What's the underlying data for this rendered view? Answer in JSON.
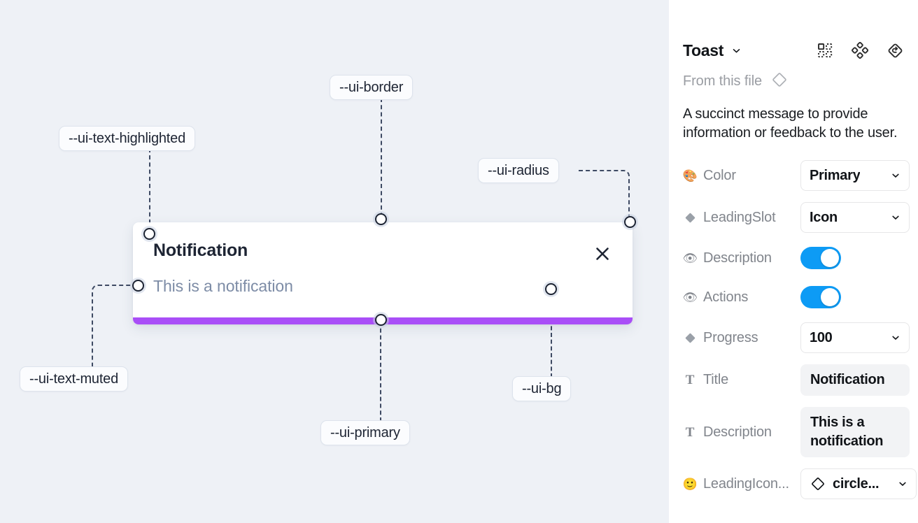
{
  "canvas": {
    "background_color": "#eef1f6",
    "toast": {
      "title": "Notification",
      "description": "This is a notification",
      "close_icon": "close-icon",
      "progress_color": "#a94ef7",
      "background_color": "#ffffff"
    },
    "tokens": [
      {
        "name": "--ui-text-highlighted"
      },
      {
        "name": "--ui-border"
      },
      {
        "name": "--ui-radius"
      },
      {
        "name": "--ui-text-muted"
      },
      {
        "name": "--ui-primary"
      },
      {
        "name": "--ui-bg"
      }
    ]
  },
  "panel": {
    "title": "Toast",
    "title_chevron_icon": "chevron-down-icon",
    "header_icons": [
      {
        "name": "component-grid-icon"
      },
      {
        "name": "variants-icon"
      },
      {
        "name": "reset-instance-icon"
      }
    ],
    "from_file": {
      "label": "From this file",
      "icon": "diamond-component-icon"
    },
    "description": "A succinct message to provide information or feedback to the user.",
    "properties": [
      {
        "label": "Color",
        "icon": "palette-emoji",
        "icon_glyph": "🎨",
        "control": "select",
        "value": "Primary"
      },
      {
        "label": "LeadingSlot",
        "icon": "diamond-filled-icon",
        "icon_glyph": "◆",
        "control": "select",
        "value": "Icon"
      },
      {
        "label": "Description",
        "icon": "eye-emoji",
        "icon_glyph": "👁",
        "control": "toggle",
        "value": "on"
      },
      {
        "label": "Actions",
        "icon": "eye-emoji",
        "icon_glyph": "👁",
        "control": "toggle",
        "value": "on"
      },
      {
        "label": "Progress",
        "icon": "diamond-filled-icon",
        "icon_glyph": "◆",
        "control": "select",
        "value": "100"
      },
      {
        "label": "Title",
        "icon": "text-type-icon",
        "icon_glyph": "T",
        "control": "text",
        "value": "Notification"
      },
      {
        "label": "Description",
        "icon": "text-type-icon",
        "icon_glyph": "T",
        "control": "text",
        "value": "This is a notification"
      },
      {
        "label": "LeadingIcon...",
        "icon": "smiley-emoji",
        "icon_glyph": "🙂",
        "control": "select-icon",
        "value": "circle..."
      }
    ],
    "accent_color": "#0d9bf5"
  }
}
